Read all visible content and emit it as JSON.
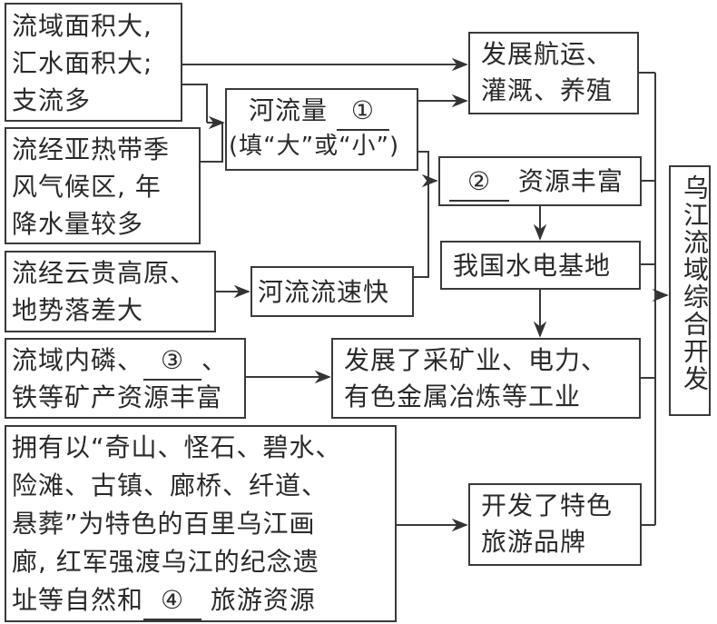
{
  "diagram": {
    "title_box": {
      "label": "乌江流域综合开发"
    },
    "causes": [
      {
        "id": "basin",
        "lines": [
          "流域面积大,",
          "汇水面积大;",
          "支流多"
        ]
      },
      {
        "id": "climate",
        "lines": [
          "流经亚热带季",
          "风气候区, 年",
          "降水量较多"
        ]
      },
      {
        "id": "terrain",
        "lines": [
          "流经云贵高原、",
          "地势落差大"
        ]
      },
      {
        "id": "minerals",
        "line1_prefix": "流域内磷、",
        "blank3": "③",
        "line1_suffix": "、",
        "line2": "铁等矿产资源丰富"
      },
      {
        "id": "tourism_resources",
        "lines": [
          "拥有以“奇山、怪石、碧水、",
          "险滩、古镇、廊桥、纤道、",
          "悬葬”为特色的百里乌江画",
          "廊, 红军强渡乌江的纪念遗"
        ],
        "last_prefix": "址等自然和",
        "blank4": "④",
        "last_suffix": "旅游资源"
      }
    ],
    "intermediate": [
      {
        "id": "flow_volume",
        "line1_prefix": "河流量",
        "blank1": "①",
        "line2": "(填“大”或“小”)"
      },
      {
        "id": "flow_speed",
        "label": "河流流速快"
      }
    ],
    "outcomes": [
      {
        "id": "shipping",
        "lines": [
          "发展航运、",
          "灌溉、养殖"
        ]
      },
      {
        "id": "resource",
        "blank2": "②",
        "suffix": "资源丰富"
      },
      {
        "id": "hydro_base",
        "label": "我国水电基地"
      },
      {
        "id": "industry",
        "lines": [
          "发展了采矿业、电力、",
          "有色金属冶炼等工业"
        ]
      },
      {
        "id": "tourism_brand",
        "lines": [
          "开发了特色",
          "旅游品牌"
        ]
      }
    ]
  }
}
